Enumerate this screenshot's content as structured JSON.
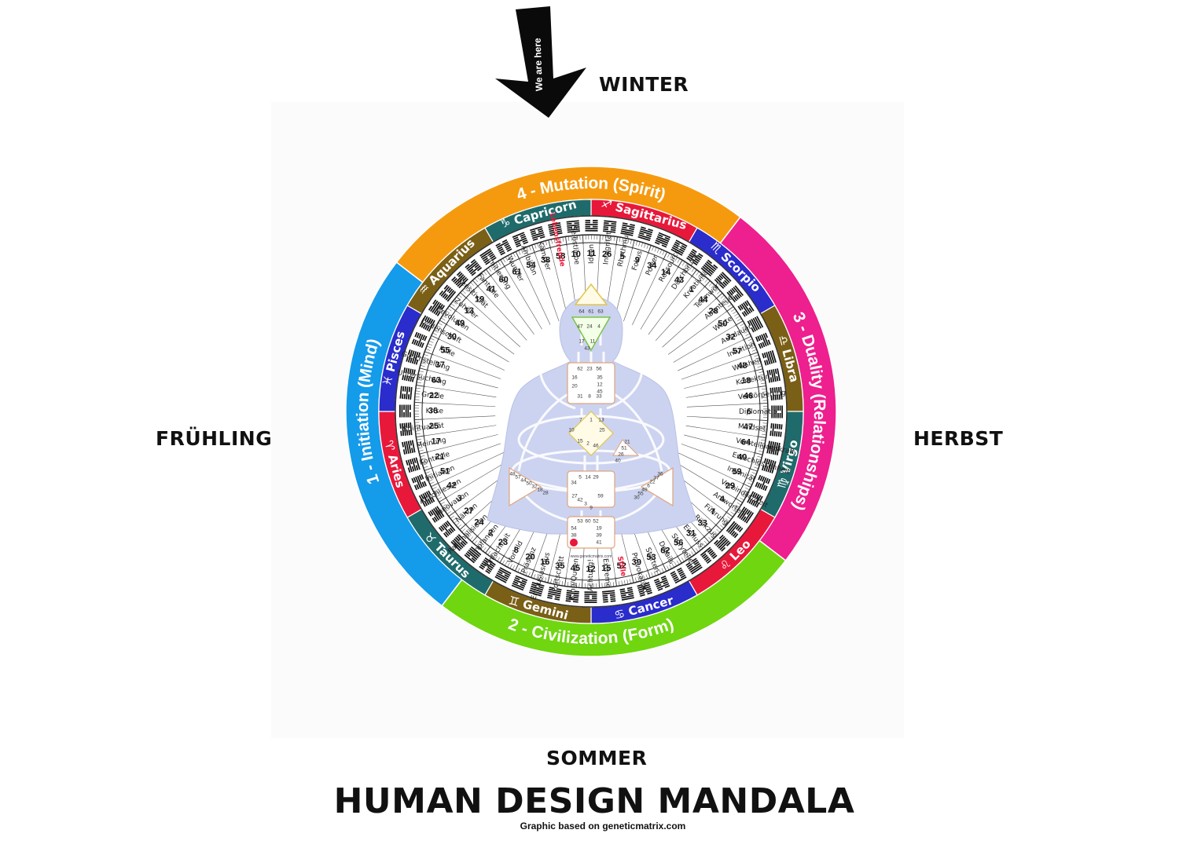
{
  "arrow_label": "We are here",
  "seasons": {
    "top": "WINTER",
    "left": "FRÜHLING",
    "right": "HERBST",
    "bottom": "SOMMER"
  },
  "title": "HUMAN DESIGN MANDALA",
  "credit": "Graphic based on geneticmatrix.com",
  "center_credit": "www.geneticmatrix.com",
  "quarters": [
    {
      "label": "4 - Mutation (Spirit)",
      "color": "#f59a0f"
    },
    {
      "label": "3 - Duality (Relationships)",
      "color": "#ee1f8e"
    },
    {
      "label": "2 - Civilization (Form)",
      "color": "#6fd610"
    },
    {
      "label": "1 - Initiation (Mind)",
      "color": "#149bea"
    }
  ],
  "signs": [
    {
      "name": "Sagittarius",
      "glyph": "♐",
      "color": "#e8183a"
    },
    {
      "name": "Scorpio",
      "glyph": "♏",
      "color": "#2a2ccc"
    },
    {
      "name": "Libra",
      "glyph": "♎",
      "color": "#7a5f16"
    },
    {
      "name": "Virgo",
      "glyph": "♍",
      "color": "#1f6b6b"
    },
    {
      "name": "Leo",
      "glyph": "♌",
      "color": "#e8183a"
    },
    {
      "name": "Cancer",
      "glyph": "♋",
      "color": "#2a2ccc"
    },
    {
      "name": "Gemini",
      "glyph": "♊",
      "color": "#7a5f16"
    },
    {
      "name": "Taurus",
      "glyph": "♉",
      "color": "#1f6b6b"
    },
    {
      "name": "Aries",
      "glyph": "♈",
      "color": "#e8183a"
    },
    {
      "name": "Pisces",
      "glyph": "♓",
      "color": "#2a2ccc"
    },
    {
      "name": "Aquarius",
      "glyph": "♒",
      "color": "#7a5f16"
    },
    {
      "name": "Capricorn",
      "glyph": "♑",
      "color": "#1f6b6b"
    }
  ],
  "gates": [
    {
      "num": "10",
      "word": "Selbstliebe"
    },
    {
      "num": "11",
      "word": "Ideen"
    },
    {
      "num": "26",
      "word": "Integrität"
    },
    {
      "num": "5",
      "word": "Rhythmus"
    },
    {
      "num": "9",
      "word": "Fokus"
    },
    {
      "num": "34",
      "word": "Power"
    },
    {
      "num": "14",
      "word": "Ressourcen"
    },
    {
      "num": "43",
      "word": "Durchbruch"
    },
    {
      "num": "1",
      "word": "Kreativität"
    },
    {
      "num": "44",
      "word": "Teamwork"
    },
    {
      "num": "28",
      "word": "Abenteuer"
    },
    {
      "num": "50",
      "word": "Werte"
    },
    {
      "num": "32",
      "word": "Ausdauer"
    },
    {
      "num": "57",
      "word": "Intuition"
    },
    {
      "num": "48",
      "word": "Weisheit"
    },
    {
      "num": "18",
      "word": "Korrektur"
    },
    {
      "num": "46",
      "word": "Verkörperung"
    },
    {
      "num": "6",
      "word": "Diplomatie"
    },
    {
      "num": "47",
      "word": "Mindset"
    },
    {
      "num": "64",
      "word": "Vorstellungskraft"
    },
    {
      "num": "40",
      "word": "Entschlossenheit"
    },
    {
      "num": "59",
      "word": "Intimität"
    },
    {
      "num": "29",
      "word": "Verbindlichkeit"
    },
    {
      "num": "4",
      "word": "Antworten"
    },
    {
      "num": "7",
      "word": "Führung"
    },
    {
      "num": "33",
      "word": "Rückzug"
    },
    {
      "num": "31",
      "word": "Einfluss"
    },
    {
      "num": "56",
      "word": "Storyteller"
    },
    {
      "num": "62",
      "word": "Details"
    },
    {
      "num": "53",
      "word": "Starten"
    },
    {
      "num": "39",
      "word": "Provokation"
    },
    {
      "num": "52",
      "word": "Stille"
    },
    {
      "num": "15",
      "word": "Extreme"
    },
    {
      "num": "12",
      "word": "Achtung!"
    },
    {
      "num": "45",
      "word": "King/Queen"
    },
    {
      "num": "35",
      "word": "Fortschritt"
    },
    {
      "num": "16",
      "word": "Enthusiasmus"
    },
    {
      "num": "20",
      "word": "Präsenz"
    },
    {
      "num": "8",
      "word": "Vorbild"
    },
    {
      "num": "23",
      "word": "Einfachheit"
    },
    {
      "num": "2",
      "word": "Empfangen"
    },
    {
      "num": "24",
      "word": "Rationalisieren"
    },
    {
      "num": "27",
      "word": "Nähren"
    },
    {
      "num": "3",
      "word": "Innovation"
    },
    {
      "num": "42",
      "word": "Abschliessen"
    },
    {
      "num": "51",
      "word": "Initiation"
    },
    {
      "num": "21",
      "word": "Kontrolle"
    },
    {
      "num": "17",
      "word": "Meinung"
    },
    {
      "num": "25",
      "word": "Spiritualität"
    },
    {
      "num": "36",
      "word": "Krise"
    },
    {
      "num": "22",
      "word": "Grazie"
    },
    {
      "num": "63",
      "word": "Untersuchung"
    },
    {
      "num": "37",
      "word": "Gleichstellung"
    },
    {
      "num": "55",
      "word": "Fülle"
    },
    {
      "num": "30",
      "word": "Leidenschaft"
    },
    {
      "num": "49",
      "word": "Revolution"
    },
    {
      "num": "13",
      "word": "Zuhörer"
    },
    {
      "num": "19",
      "word": "Sensitivität"
    },
    {
      "num": "41",
      "word": "Fantasie"
    },
    {
      "num": "60",
      "word": "Limitierung"
    },
    {
      "num": "61",
      "word": "Wunder"
    },
    {
      "num": "54",
      "word": "Ambition"
    },
    {
      "num": "38",
      "word": "Kämpfer"
    },
    {
      "num": "58",
      "word": "Lebensfreude"
    }
  ],
  "highlight_words": [
    "Lebensfreude",
    "Stille"
  ],
  "bodygraph_gates": {
    "head": [
      "64",
      "61",
      "63"
    ],
    "ajna_top": [
      "47",
      "24",
      "4"
    ],
    "ajna_bottom": [
      "17",
      "11"
    ],
    "ajna_tip": [
      "43"
    ],
    "throat_top": [
      "62",
      "23",
      "56"
    ],
    "throat_left": [
      "16",
      "20"
    ],
    "throat_right": [
      "35",
      "12",
      "45"
    ],
    "throat_bottom": [
      "31",
      "8",
      "33"
    ],
    "g_top": [
      "7",
      "1",
      "13"
    ],
    "g_left": [
      "10"
    ],
    "g_right": [
      "25"
    ],
    "g_bottom": [
      "15",
      "2",
      "46"
    ],
    "ego": [
      "21",
      "51",
      "26",
      "40"
    ],
    "spleen": [
      "48",
      "57",
      "44",
      "50",
      "32",
      "18",
      "28"
    ],
    "sacral_top": [
      "5",
      "14",
      "29"
    ],
    "sacral_left": [
      "34"
    ],
    "sacral_right": [
      "59"
    ],
    "sacral_bottom": [
      "27",
      "42",
      "3",
      "9"
    ],
    "solar": [
      "36",
      "37",
      "22",
      "6",
      "49",
      "55",
      "30"
    ],
    "root_top": [
      "53",
      "60",
      "52"
    ],
    "root_left": [
      "54",
      "38",
      "58"
    ],
    "root_right": [
      "19",
      "39",
      "41"
    ]
  }
}
